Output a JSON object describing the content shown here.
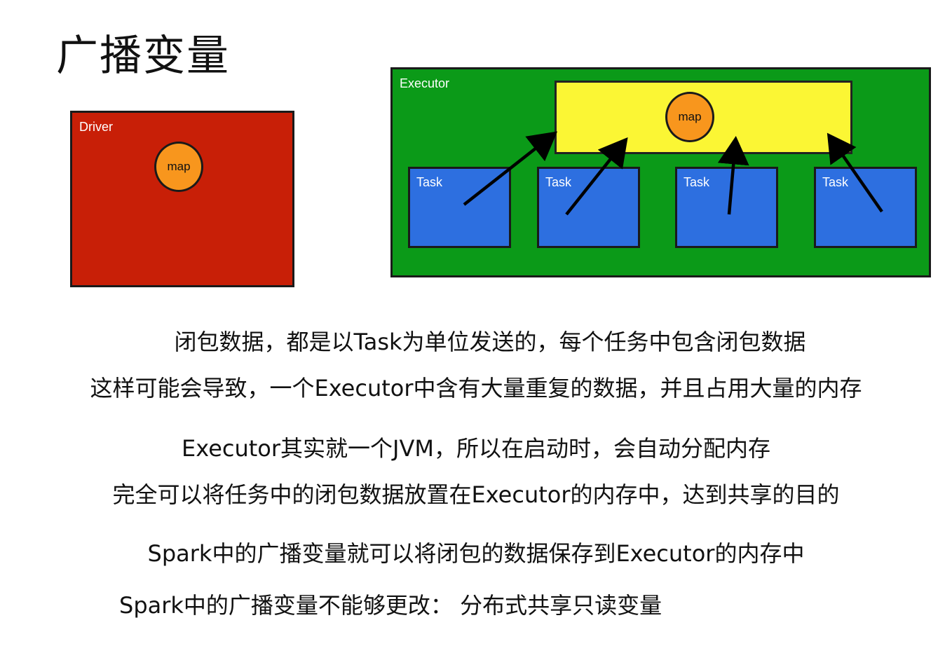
{
  "title": "广播变量",
  "diagram": {
    "driver": {
      "label": "Driver",
      "map_label": "map"
    },
    "executor": {
      "label": "Executor",
      "map_label": "map"
    },
    "tasks": [
      {
        "label": "Task"
      },
      {
        "label": "Task"
      },
      {
        "label": "Task"
      },
      {
        "label": "Task"
      }
    ]
  },
  "notes": [
    "闭包数据，都是以Task为单位发送的，每个任务中包含闭包数据",
    "这样可能会导致，一个Executor中含有大量重复的数据，并且占用大量的内存",
    "Executor其实就一个JVM，所以在启动时，会自动分配内存",
    "完全可以将任务中的闭包数据放置在Executor的内存中，达到共享的目的",
    "Spark中的广播变量就可以将闭包的数据保存到Executor的内存中",
    "Spark中的广播变量不能够更改：  分布式共享只读变量"
  ],
  "colors": {
    "driver": "#c81f07",
    "executor": "#0b9a18",
    "shared_memory": "#fbf634",
    "task": "#2d6fe0",
    "map": "#f8961d"
  }
}
